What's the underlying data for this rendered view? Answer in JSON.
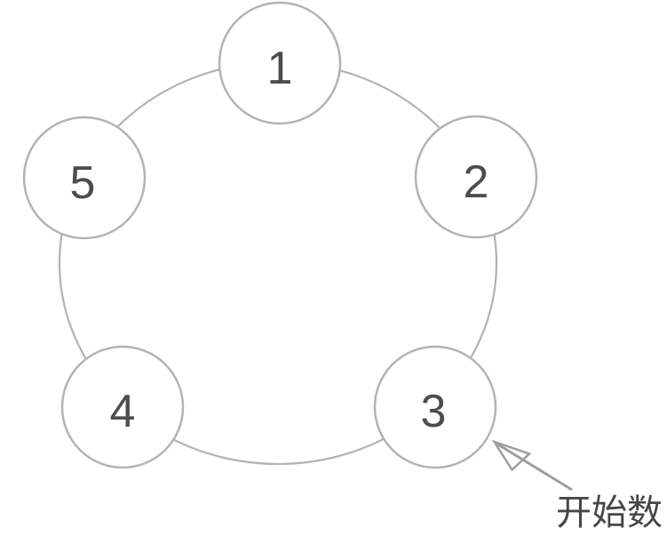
{
  "diagram": {
    "type": "circular-counting-ring",
    "nodes": [
      {
        "id": "node-1",
        "label": "1"
      },
      {
        "id": "node-2",
        "label": "2"
      },
      {
        "id": "node-3",
        "label": "3"
      },
      {
        "id": "node-4",
        "label": "4"
      },
      {
        "id": "node-5",
        "label": "5"
      }
    ],
    "annotation": {
      "label": "开始数",
      "target_node": "3"
    },
    "colors": {
      "ring_stroke": "#b3b3b3",
      "node_stroke": "#b3b3b3",
      "node_fill": "#ffffff",
      "number_color": "#4d4d4d",
      "arrow_color": "#9e9e9e",
      "annotation_color": "#474747",
      "background": "#ffffff"
    }
  }
}
